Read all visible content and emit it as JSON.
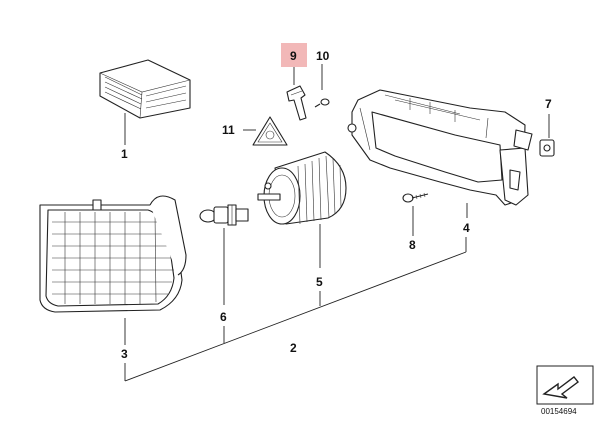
{
  "callouts": {
    "c1": "1",
    "c2": "2",
    "c3": "3",
    "c4": "4",
    "c5": "5",
    "c6": "6",
    "c7": "7",
    "c8": "8",
    "c9": "9",
    "c10": "10",
    "c11": "11"
  },
  "highlight_color": "#f2b8b8",
  "reference_number": "00154694"
}
